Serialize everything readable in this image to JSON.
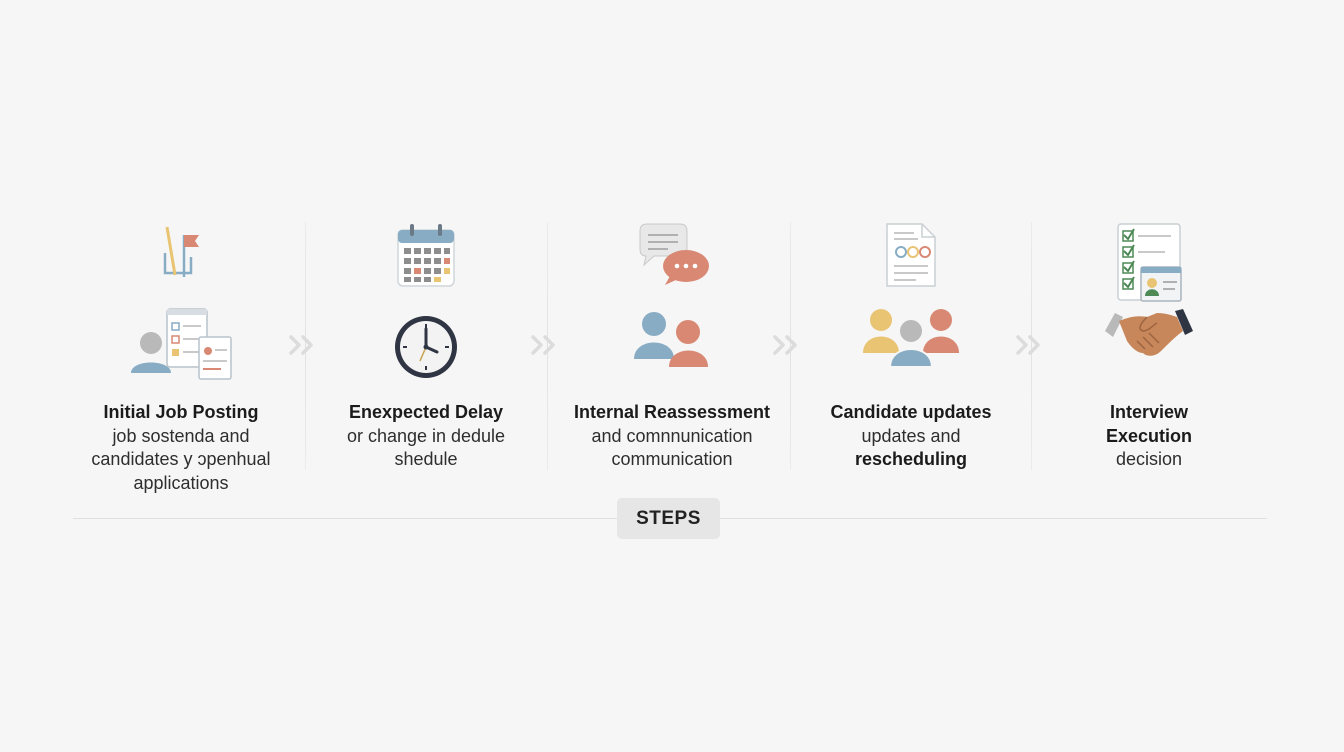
{
  "badge": "STEPS",
  "steps": [
    {
      "title": "Initial Job Posting",
      "lines": [
        "job sostenda and",
        "candidates y ɔpenhual",
        "applications"
      ],
      "top_icon": "flag-icon",
      "main_icon": "job-posting-person-icon"
    },
    {
      "title": "Enexpected Delay",
      "lines": [
        "or change in dedule",
        "shedule"
      ],
      "top_icon": "calendar-icon",
      "main_icon": "clock-icon"
    },
    {
      "title": "Internal Reassessment",
      "lines": [
        "and comnnunication",
        "communication"
      ],
      "top_icon": "chat-bubbles-icon",
      "main_icon": "two-people-icon"
    },
    {
      "title": "Candidate updates",
      "lines": [
        "updates and",
        "rescheduling"
      ],
      "bold_line_index": 1,
      "top_icon": "document-icon",
      "main_icon": "group-icon"
    },
    {
      "title": "Interview",
      "lines": [
        "Execution",
        "decision"
      ],
      "bold_line_index": 0,
      "top_icon": "checklist-icon",
      "main_icon": "handshake-icon"
    }
  ],
  "colors": {
    "blue": "#88acc4",
    "coral": "#d98874",
    "yellow": "#e9c473",
    "gray": "#b9b9b9",
    "dark": "#2f3542",
    "chevron": "#dcdcdc"
  }
}
